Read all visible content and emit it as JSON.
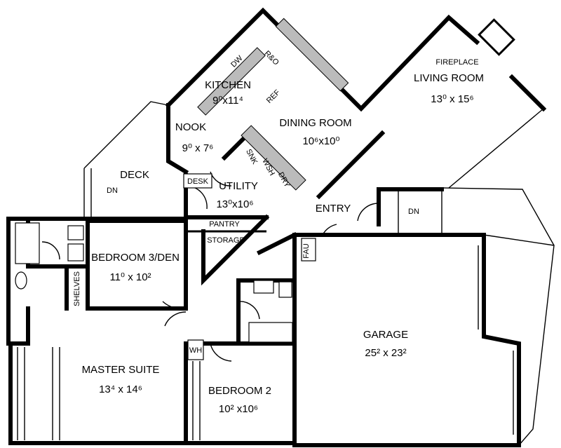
{
  "rooms": {
    "kitchen": {
      "name": "KITCHEN",
      "dims": "9⁰x11⁴"
    },
    "living_room": {
      "name": "LIVING ROOM",
      "dims": "13⁰ x 15⁶"
    },
    "nook": {
      "name": "NOOK",
      "dims": "9⁰ x 7⁶"
    },
    "dining_room": {
      "name": "DINING ROOM",
      "dims": "10⁶x10⁰"
    },
    "utility": {
      "name": "UTILITY",
      "dims": "13⁰x10⁶"
    },
    "bedroom3": {
      "name": "BEDROOM 3/DEN",
      "dims": "11⁰ x 10²"
    },
    "garage": {
      "name": "GARAGE",
      "dims": "25² x 23²"
    },
    "master": {
      "name": "MASTER SUITE",
      "dims": "13⁴ x 14⁶"
    },
    "bedroom2": {
      "name": "BEDROOM 2",
      "dims": "10² x10⁶"
    },
    "deck": {
      "name": "DECK"
    },
    "entry": {
      "name": "ENTRY"
    }
  },
  "fixtures": {
    "fireplace": "FIREPLACE",
    "dw": "DW",
    "range_oven": "R&O",
    "ref": "REF",
    "desk": "DESK",
    "sink": "SNK",
    "washer": "WSH",
    "dryer": "DRY",
    "pantry": "PANTRY",
    "storage": "STORAGE",
    "fau": "FAU",
    "shelves": "SHELVES",
    "wh": "WH",
    "dn_deck": "DN",
    "dn_entry": "DN"
  }
}
